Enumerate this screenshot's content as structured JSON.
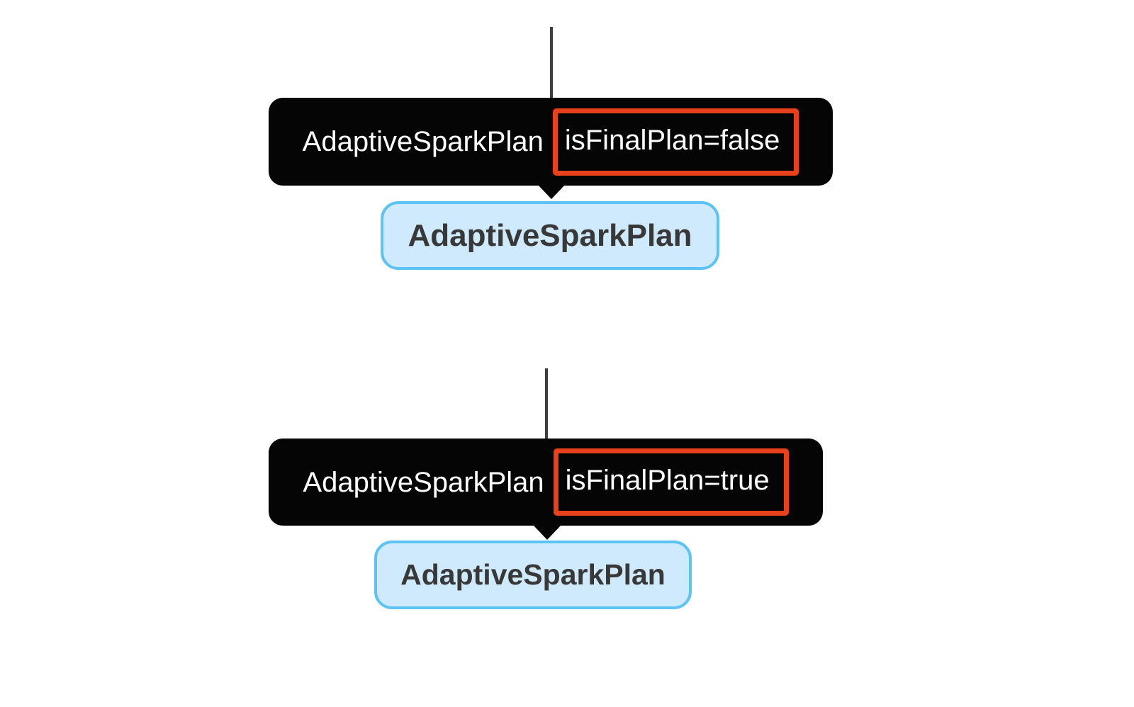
{
  "colors": {
    "tooltip_bg": "#050505",
    "tooltip_text": "#ffffff",
    "highlight_border": "#e8411c",
    "node_fill": "#ceeafc",
    "node_border": "#5cc3f2",
    "node_text": "#383838",
    "edge_line": "#3f3f3f"
  },
  "groups": [
    {
      "tooltip": {
        "prefix": "AdaptiveSparkPlan",
        "highlight": "isFinalPlan=false"
      },
      "node": {
        "label": "AdaptiveSparkPlan"
      }
    },
    {
      "tooltip": {
        "prefix": "AdaptiveSparkPlan",
        "highlight": "isFinalPlan=true"
      },
      "node": {
        "label": "AdaptiveSparkPlan"
      }
    }
  ]
}
